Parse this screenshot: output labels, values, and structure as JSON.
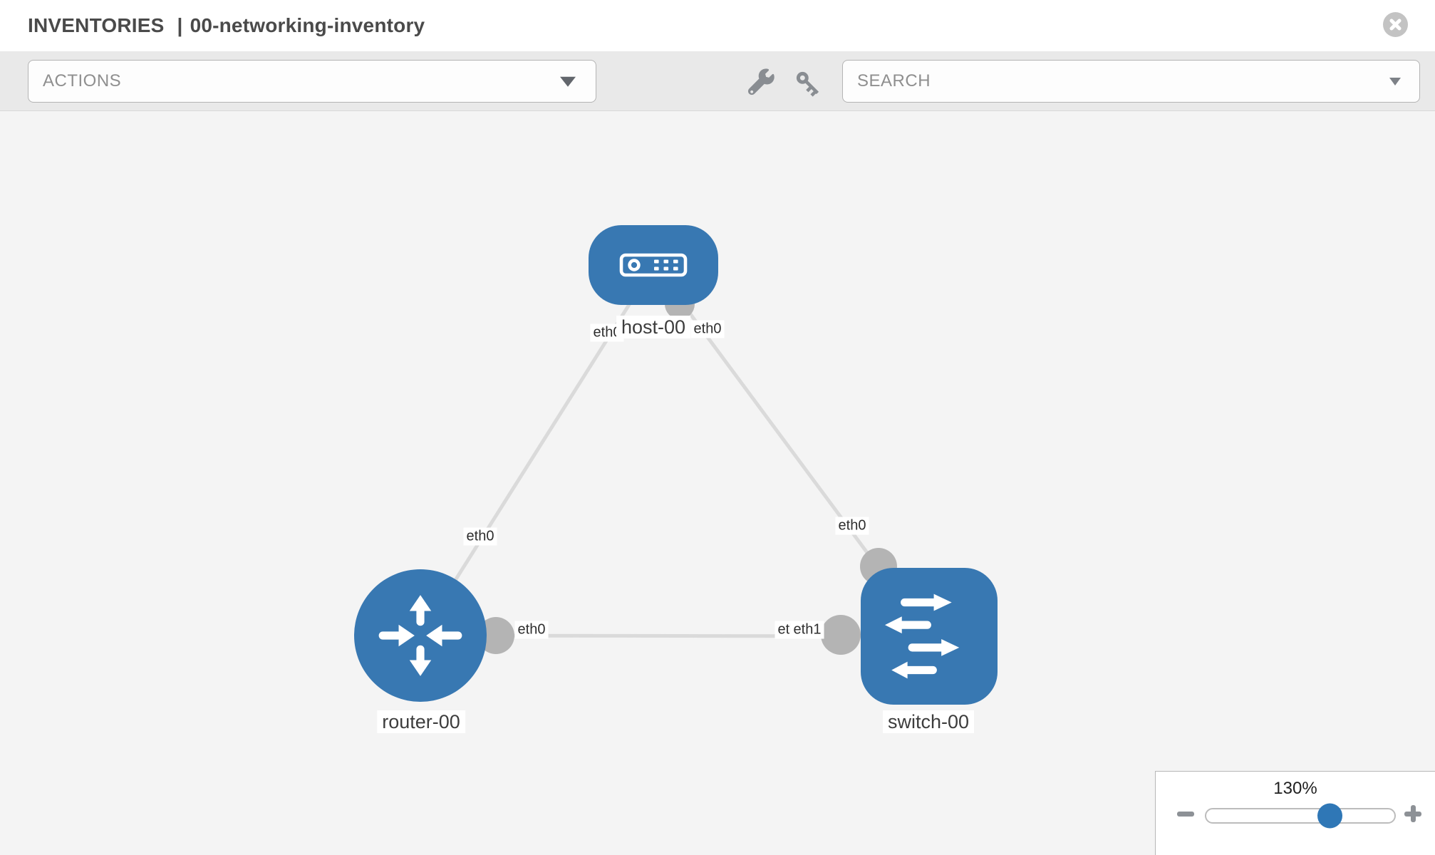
{
  "header": {
    "section": "INVENTORIES",
    "separator": "|",
    "inventory_name": "00-networking-inventory",
    "close_icon": "circle-x"
  },
  "toolbar": {
    "actions_label": "ACTIONS",
    "search_label": "SEARCH",
    "tool_icons": [
      "wrench",
      "key"
    ]
  },
  "topology": {
    "nodes": [
      {
        "id": "host-00",
        "label": "host-00",
        "type": "host",
        "icon": "server-face",
        "color": "#3878b2"
      },
      {
        "id": "router-00",
        "label": "router-00",
        "type": "router",
        "icon": "router-arrows",
        "color": "#3878b2"
      },
      {
        "id": "switch-00",
        "label": "switch-00",
        "type": "switch",
        "icon": "switch-arrows",
        "color": "#3878b2"
      }
    ],
    "links": [
      {
        "source": "host-00",
        "target": "router-00",
        "source_interface": "eth0",
        "target_interface": "eth0"
      },
      {
        "source": "host-00",
        "target": "switch-00",
        "source_interface": "eth0",
        "target_interface": "eth0"
      },
      {
        "source": "router-00",
        "target": "switch-00",
        "source_interface": "eth0",
        "target_interface": "eth1"
      }
    ],
    "interface_labels": [
      {
        "text": "eth0",
        "position": "host-side-of-router-link"
      },
      {
        "text": "eth0",
        "position": "host-side-of-switch-link"
      },
      {
        "text": "eth0",
        "position": "router-side-of-host-link"
      },
      {
        "text": "eth0",
        "position": "switch-side-of-host-link"
      },
      {
        "text": "eth0",
        "position": "router-side-of-switch-link"
      },
      {
        "text": "eth0",
        "position": "switch-side-of-router-link-back"
      },
      {
        "text": "eth1",
        "position": "switch-side-of-router-link-front"
      }
    ]
  },
  "zoom_control": {
    "level": "130%",
    "minus_icon": "minus",
    "plus_icon": "plus",
    "slider_fraction": 0.645
  },
  "colors": {
    "node_blue": "#3878b2",
    "link_gray": "#dadada",
    "port_gray": "#b4b4b4",
    "canvas_bg": "#f4f4f4",
    "toolbar_bg": "#e9e9e9",
    "knob_blue": "#2f77b6"
  }
}
